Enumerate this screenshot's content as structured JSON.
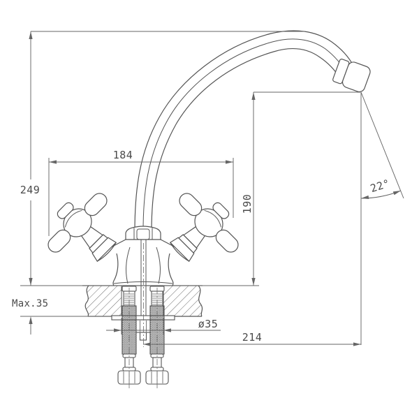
{
  "drawing": {
    "kind": "faucet-installation-technical-drawing",
    "dimensions": {
      "overall_height": "249",
      "handle_span": "184",
      "spout_height": "190",
      "spout_angle": "22°",
      "max_counter_thickness": "Max.35",
      "hole_diameter": "ø35",
      "spout_reach": "214"
    },
    "colors": {
      "background": "#ffffff",
      "line": "#545454",
      "dimension_line": "#666666",
      "label_text": "#4a4a4a"
    }
  }
}
